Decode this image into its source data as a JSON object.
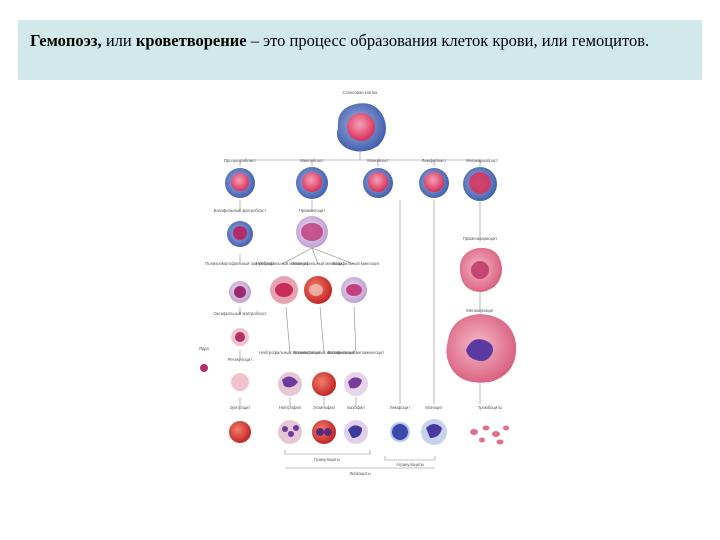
{
  "slide": {
    "term1": "Гемопоэз,",
    "connector": " или ",
    "term2": "кроветворение",
    "definition": " – это процесс образования клеток крови, или гемоцитов."
  },
  "figure": {
    "labels": {
      "stem": "Стволовая клетка",
      "proerythroblast": "Проэритробласт",
      "myeloblast": "Миелобласт",
      "monoblast": "Монобласт",
      "lymphoblast": "Лимфобласт",
      "megakaryoblast": "Мегакариобласт",
      "baso_erythroblast": "Базофильный эритробласт",
      "promyelocyte": "Промиелоцит",
      "promegakaryocyte": "Промегакариоцит",
      "poly_erythroblast": "Полихроматофильный эритробласт",
      "neutro_myelocyte": "Нейтрофильный миелоцит",
      "eosino_myelocyte": "Эозинофильный миелоцит",
      "baso_myelocyte": "Базофильный миелоцит",
      "ortho_erythroblast": "Оксифильный эритробласт",
      "megakaryocyte": "Мегакариоцит",
      "nucleus_out": "Ядро",
      "reticulocyte": "Ретикулоцит",
      "neutro_meta": "Нейтрофильный метамиелоцит",
      "eosino_meta": "Эозинофильный метамиелоцит",
      "baso_meta": "Базофильный метамиелоцит",
      "erythrocyte": "Эритроцит",
      "neutrophil": "Нейтрофил",
      "eosinophil": "Эозинофил",
      "basophil": "Базофил",
      "lymphocyte": "Лимфоцит",
      "monocyte": "Моноцит",
      "platelets": "Тромбоциты",
      "granulocytes": "Гранулоциты",
      "agranulocytes": "Агранулоциты",
      "leukocytes": "Лейкоциты"
    }
  },
  "colors": {
    "header_bg": "#d2e9ec",
    "cytoplasm_blue": "#4a68b8",
    "nucleus_pink": "#e0406a",
    "erythro_red": "#d83a3a",
    "megakaryocyte_pink": "#e0708c"
  }
}
